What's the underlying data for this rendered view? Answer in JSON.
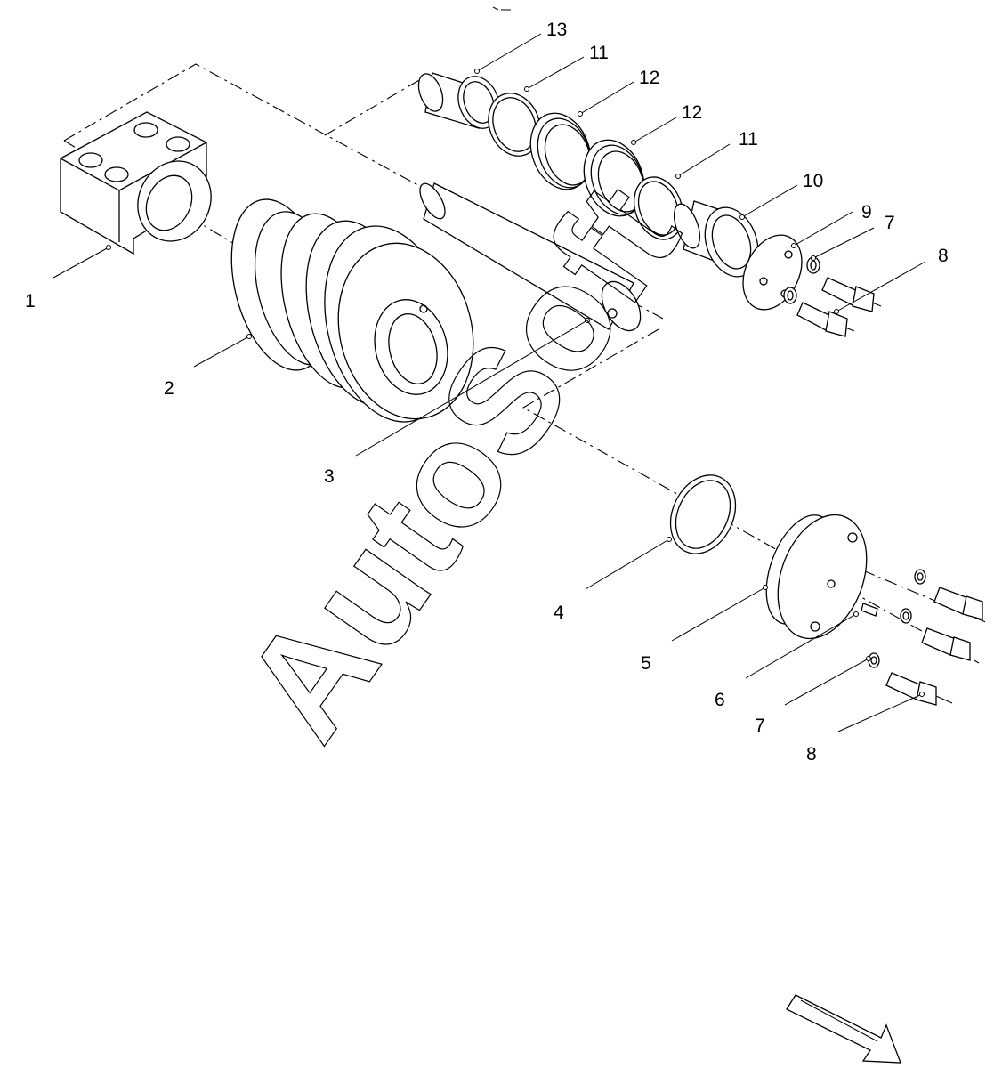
{
  "watermark": "AutoSoft",
  "callouts": [
    {
      "id": "c1",
      "label": "1"
    },
    {
      "id": "c2",
      "label": "2"
    },
    {
      "id": "c3",
      "label": "3"
    },
    {
      "id": "c4",
      "label": "4"
    },
    {
      "id": "c5",
      "label": "5"
    },
    {
      "id": "c6",
      "label": "6"
    },
    {
      "id": "c7a",
      "label": "7"
    },
    {
      "id": "c8a",
      "label": "8"
    },
    {
      "id": "c9",
      "label": "9"
    },
    {
      "id": "c10",
      "label": "10"
    },
    {
      "id": "c11a",
      "label": "11"
    },
    {
      "id": "c12a",
      "label": "12"
    },
    {
      "id": "c12b",
      "label": "12"
    },
    {
      "id": "c11b",
      "label": "11"
    },
    {
      "id": "c13",
      "label": "13"
    },
    {
      "id": "c7b",
      "label": "7"
    },
    {
      "id": "c8b",
      "label": "8"
    }
  ]
}
